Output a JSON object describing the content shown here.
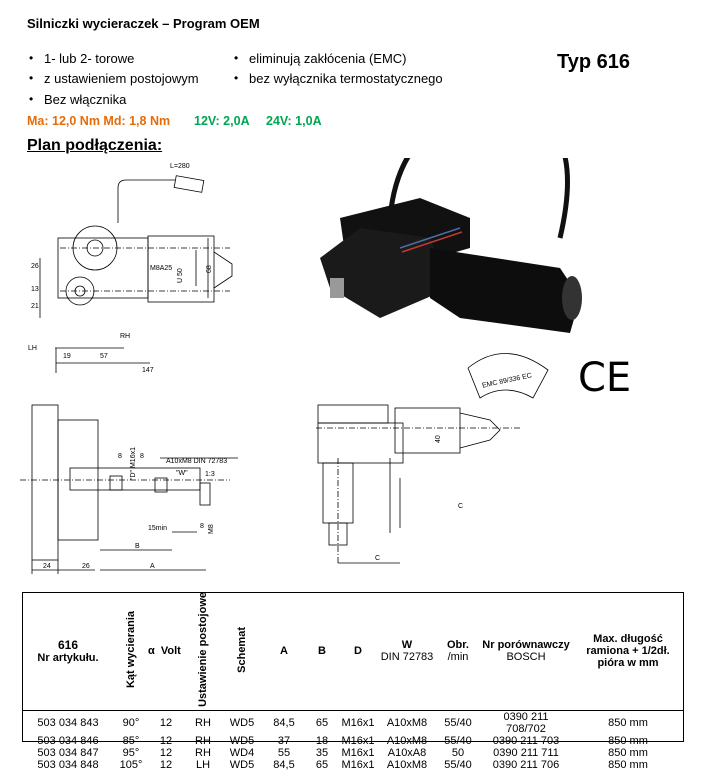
{
  "header": {
    "title": "Silniczki wycieraczek – Program OEM",
    "type_label": "Typ 616"
  },
  "features": {
    "col1": [
      "1- lub 2- torowe",
      "z ustawieniem  postojowym",
      "Bez włącznika"
    ],
    "col2": [
      "eliminują zakłócenia (EMC)",
      "bez wyłącznika termostatycznego"
    ]
  },
  "specs": {
    "torque": "Ma: 12,0 Nm  Md: 1,8 Nm",
    "current_12v": "12V: 2,0A",
    "current_24v": "24V: 1,0A"
  },
  "plan_heading": "Plan podłączenia:",
  "drawing_labels": {
    "L": "L=280",
    "d26": "26",
    "d13": "13",
    "d21": "21",
    "LH": "LH",
    "RH": "RH",
    "d19": "19",
    "d57": "57",
    "d147": "147",
    "M8A25": "M8A25",
    "U50": "U 50",
    "d68": "68",
    "d8a": "8",
    "d8b": "8",
    "M16": "\"D\" M16x1",
    "A10": "A10xM8 DIN 72783",
    "W": "\"W\"",
    "ratio": "1:3",
    "d15": "15min",
    "d8c": "8",
    "M8": "M8",
    "B": "B",
    "A": "A",
    "d24": "24",
    "d26b": "26",
    "d40": "40",
    "C": "C",
    "emc": "EMC 89/336 EC",
    "ce": "CE"
  },
  "table": {
    "headers": {
      "article": "616",
      "article_sub": "Nr artykułu.",
      "angle": "Kąt wycierania",
      "alpha": "α",
      "volt": "Volt",
      "setting": "Ustawienie postojowe",
      "schemat": "Schemat",
      "a": "A",
      "b": "B",
      "d": "D",
      "w": "W",
      "w_sub": "DIN 72783",
      "obr": "Obr.",
      "obr_sub": "/min",
      "bosch": "Nr porównawczy",
      "bosch_sub": "BOSCH",
      "max": "Max. długość ramiona + 1/2dł. pióra w mm"
    },
    "rows": [
      {
        "nr": "503 034 843",
        "kat": "90°",
        "volt": "12",
        "ust": "RH",
        "sch": "WD5",
        "a": "84,5",
        "b": "65",
        "d": "M16x1",
        "w": "A10xM8",
        "obr": "55/40",
        "bosch": "0390 211",
        "bosch2": "708/702",
        "max": "850 mm"
      },
      {
        "nr": "503 034 846",
        "kat": "85°",
        "volt": "12",
        "ust": "RH",
        "sch": "WD5",
        "a": "37",
        "b": "18",
        "d": "M16x1",
        "w": "A10xM8",
        "obr": "55/40",
        "bosch": "0390 211 703",
        "max": "850 mm"
      },
      {
        "nr": "503 034 847",
        "kat": "95°",
        "volt": "12",
        "ust": "RH",
        "sch": "WD4",
        "a": "55",
        "b": "35",
        "d": "M16x1",
        "w": "A10xA8",
        "obr": "50",
        "bosch": "0390 211 711",
        "max": "850 mm"
      },
      {
        "nr": "503 034 848",
        "kat": "105°",
        "volt": "12",
        "ust": "LH",
        "sch": "WD5",
        "a": "84,5",
        "b": "65",
        "d": "M16x1",
        "w": "A10xM8",
        "obr": "55/40",
        "bosch": "0390 211 706",
        "max": "850 mm"
      }
    ]
  }
}
